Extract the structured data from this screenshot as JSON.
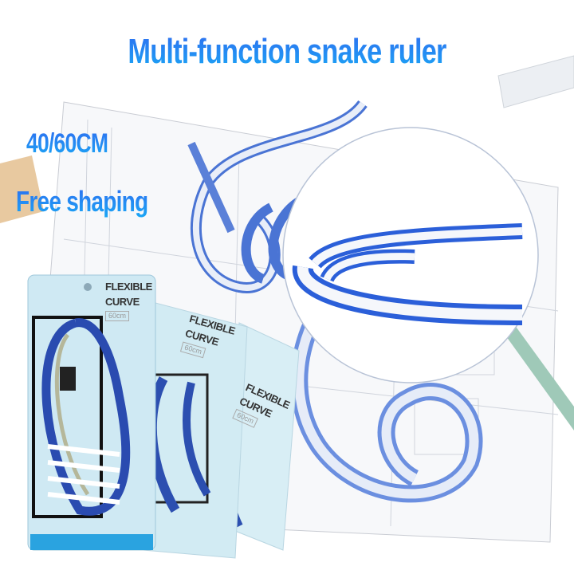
{
  "title": "Multi-function snake ruler",
  "length_label": "40/60CM",
  "feature_label": "Free shaping",
  "packages": [
    {
      "name": "FLEXIBLE",
      "name2": "CURVE",
      "size": "60cm"
    },
    {
      "name": "FLEXIBLE",
      "name2": "CURVE",
      "size": "60cm"
    },
    {
      "name": "FLEXIBLE",
      "name2": "CURVE",
      "size": "60cm"
    }
  ],
  "colors": {
    "ruler_blue": "#3a62d8",
    "title_top": "#2f6df0",
    "title_bottom": "#1aa8f5",
    "package_bg": "#d8eef5"
  }
}
